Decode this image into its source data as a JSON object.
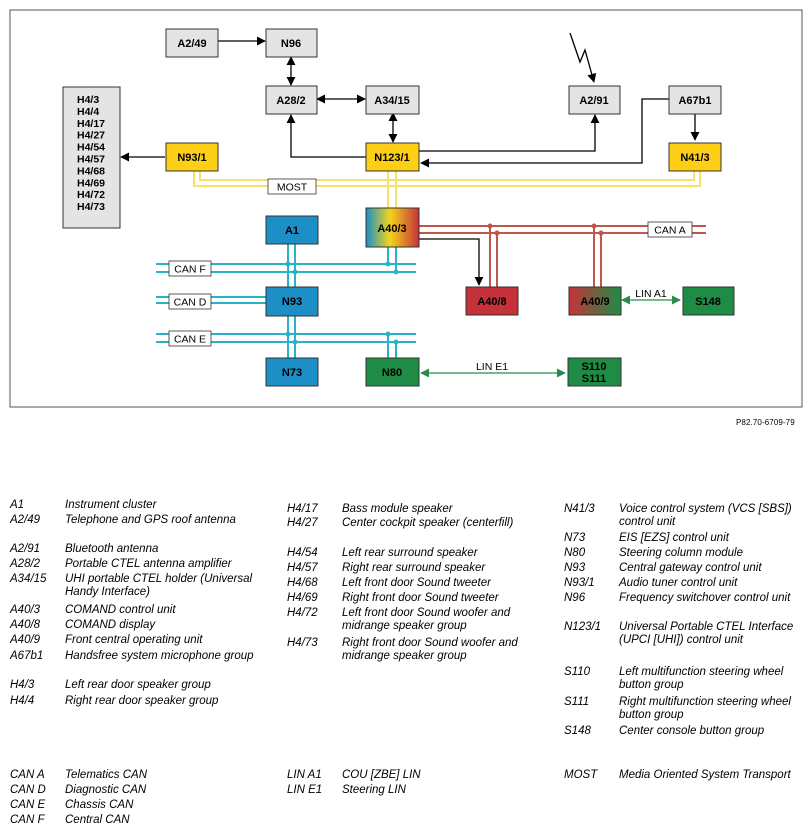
{
  "figure_ref": "P82.70-6709-79",
  "colors": {
    "gray_box": "#e4e4e4",
    "yellow_box": "#fdd017",
    "blue_box": "#1b8fc6",
    "red_box": "#c6323a",
    "green_box": "#1f8c45",
    "most_line": "#f5e16b",
    "can_a_line": "#c0574f",
    "can_bus_line": "#28b4c6",
    "lin_line": "#2a8a4a"
  },
  "blocks": {
    "a249": "A2/49",
    "n96": "N96",
    "a282": "A28/2",
    "a3415": "A34/15",
    "a291": "A2/91",
    "a67b1": "A67b1",
    "n931": "N93/1",
    "n1231": "N123/1",
    "n413": "N41/3",
    "a1": "A1",
    "a403": "A40/3",
    "n93": "N93",
    "a408": "A40/8",
    "a409": "A40/9",
    "s148": "S148",
    "n73": "N73",
    "n80": "N80",
    "s110": "S110",
    "s111": "S111"
  },
  "speaker_group": [
    "H4/3",
    "H4/4",
    "H4/17",
    "H4/27",
    "H4/54",
    "H4/57",
    "H4/68",
    "H4/69",
    "H4/72",
    "H4/73"
  ],
  "bus_labels": {
    "most": "MOST",
    "can_a": "CAN A",
    "can_f": "CAN F",
    "can_d": "CAN D",
    "can_e": "CAN E",
    "lin_a1": "LIN A1",
    "lin_e1": "LIN E1"
  },
  "legend": {
    "col1": [
      {
        "code": "A1",
        "desc": "Instrument cluster"
      },
      {
        "code": "A2/49",
        "desc": "Telephone and GPS roof antenna"
      },
      {
        "code": "A2/91",
        "desc": "Bluetooth antenna"
      },
      {
        "code": "A28/2",
        "desc": "Portable CTEL antenna amplifier"
      },
      {
        "code": "A34/15",
        "desc": "UHI portable CTEL holder (Universal Handy Interface)"
      },
      {
        "code": "A40/3",
        "desc": "COMAND control unit"
      },
      {
        "code": "A40/8",
        "desc": "COMAND display"
      },
      {
        "code": "A40/9",
        "desc": "Front central operating unit"
      },
      {
        "code": "A67b1",
        "desc": "Handsfree system microphone group"
      },
      {
        "code": "H4/3",
        "desc": "Left rear door speaker group"
      },
      {
        "code": "H4/4",
        "desc": "Right rear door speaker group"
      }
    ],
    "col2": [
      {
        "code": "H4/17",
        "desc": "Bass module speaker"
      },
      {
        "code": "H4/27",
        "desc": "Center cockpit speaker (centerfill)"
      },
      {
        "code": "H4/54",
        "desc": "Left rear surround speaker"
      },
      {
        "code": "H4/57",
        "desc": "Right rear surround speaker"
      },
      {
        "code": "H4/68",
        "desc": "Left front door Sound tweeter"
      },
      {
        "code": "H4/69",
        "desc": "Right front door Sound tweeter"
      },
      {
        "code": "H4/72",
        "desc": "Left front door Sound woofer and midrange speaker group"
      },
      {
        "code": "H4/73",
        "desc": "Right front door Sound woofer and midrange speaker group"
      }
    ],
    "col3": [
      {
        "code": "N41/3",
        "desc": "Voice control system (VCS [SBS]) control unit"
      },
      {
        "code": "N73",
        "desc": "EIS [EZS] control unit"
      },
      {
        "code": "N80",
        "desc": "Steering column module"
      },
      {
        "code": "N93",
        "desc": "Central gateway control unit"
      },
      {
        "code": "N93/1",
        "desc": "Audio tuner control unit"
      },
      {
        "code": "N96",
        "desc": "Frequency switchover control unit"
      },
      {
        "code": "N123/1",
        "desc": "Universal Portable CTEL Interface (UPCI [UHI]) control unit"
      },
      {
        "code": "S110",
        "desc": "Left multifunction steering wheel button group"
      },
      {
        "code": "S111",
        "desc": "Right multifunction steering wheel button group"
      },
      {
        "code": "S148",
        "desc": "Center console button group"
      }
    ],
    "abbr1": [
      {
        "code": "CAN A",
        "desc": "Telematics CAN"
      },
      {
        "code": "CAN D",
        "desc": "Diagnostic CAN"
      },
      {
        "code": "CAN E",
        "desc": "Chassis CAN"
      },
      {
        "code": "CAN F",
        "desc": "Central CAN"
      }
    ],
    "abbr2": [
      {
        "code": "LIN A1",
        "desc": "COU [ZBE] LIN"
      },
      {
        "code": "LIN E1",
        "desc": "Steering LIN"
      }
    ],
    "abbr3": [
      {
        "code": "MOST",
        "desc": "Media Oriented System Transport"
      }
    ]
  }
}
